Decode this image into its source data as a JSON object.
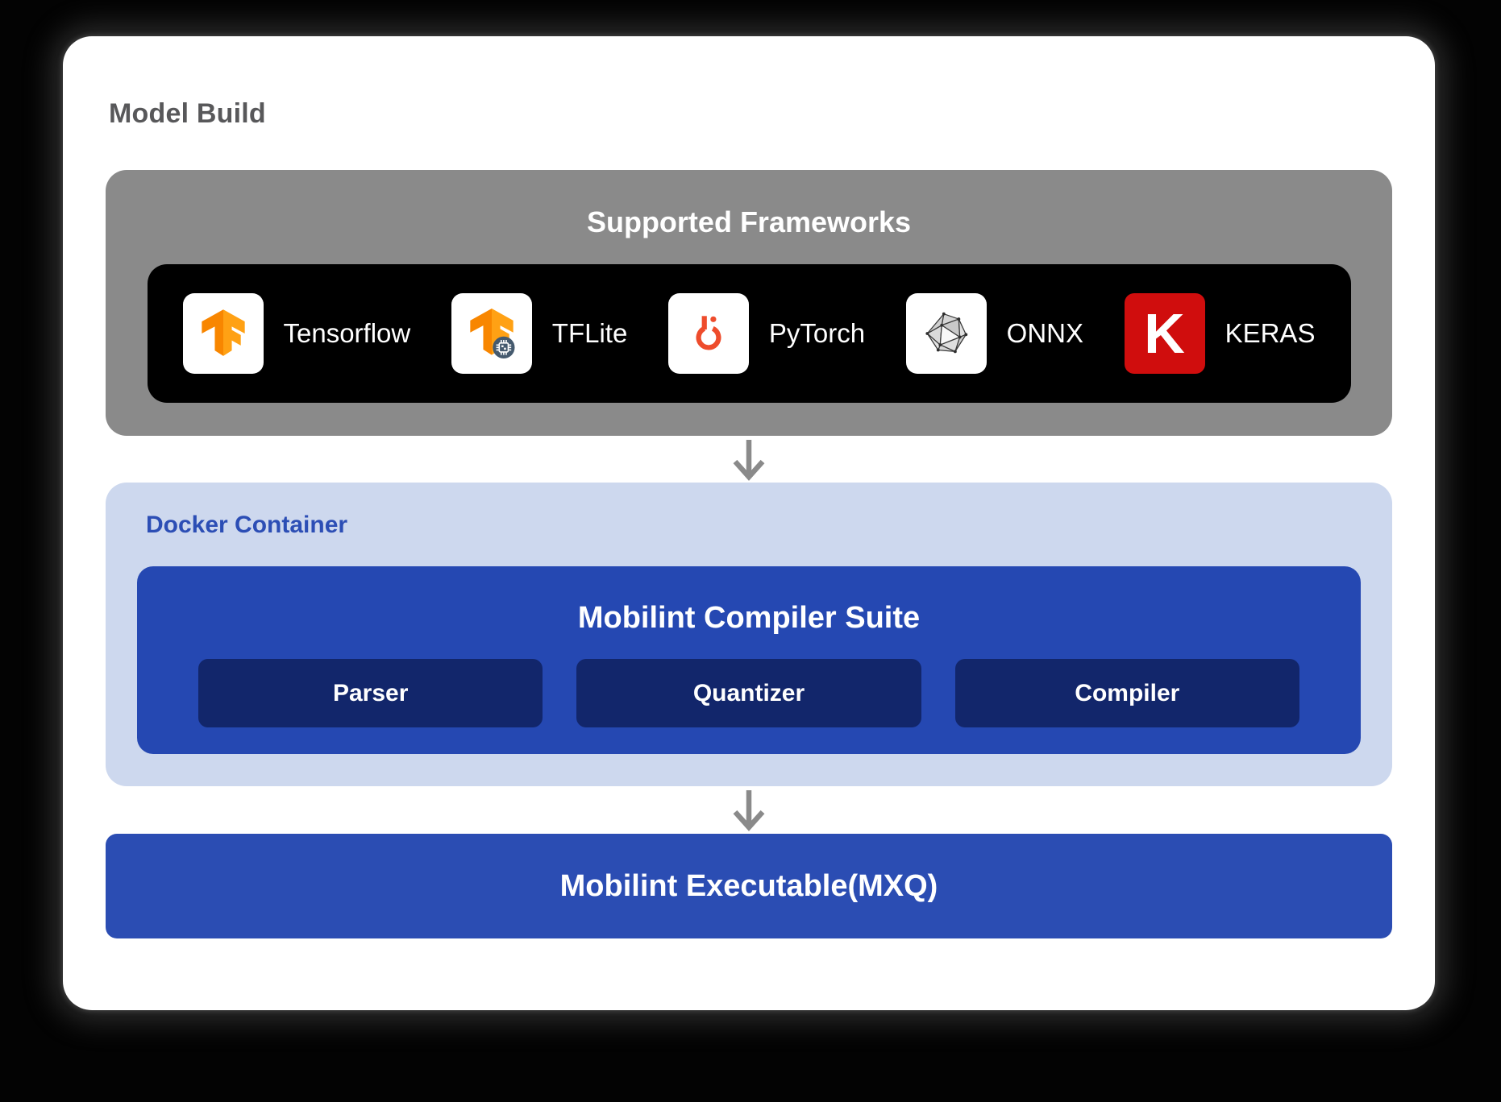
{
  "page": {
    "title": "Model Build"
  },
  "frameworks": {
    "title": "Supported Frameworks",
    "items": [
      {
        "label": "Tensorflow",
        "icon": "tensorflow-logo"
      },
      {
        "label": "TFLite",
        "icon": "tflite-logo"
      },
      {
        "label": "PyTorch",
        "icon": "pytorch-logo"
      },
      {
        "label": "ONNX",
        "icon": "onnx-logo"
      },
      {
        "label": "KERAS",
        "icon": "keras-logo",
        "letter": "K"
      }
    ]
  },
  "docker": {
    "label": "Docker Container",
    "compiler_suite": {
      "title": "Mobilint Compiler Suite",
      "stages": [
        "Parser",
        "Quantizer",
        "Compiler"
      ]
    }
  },
  "output": {
    "label": "Mobilint Executable(MXQ)"
  },
  "colors": {
    "card_bg": "#ffffff",
    "frameworks_panel_bg": "#8a8a8a",
    "logos_bar_bg": "#000000",
    "docker_panel_bg": "#cdd8ee",
    "docker_label_text": "#2c4eb5",
    "suite_bg": "#2548b2",
    "stage_bg": "#12266b",
    "executable_bg": "#2b4db3",
    "title_text": "#58585a",
    "arrow_gray": "#8a8a8a",
    "keras_red": "#d00d0d",
    "pytorch_orange": "#ee4c2c",
    "tensorflow_orange": "#ff9100"
  }
}
